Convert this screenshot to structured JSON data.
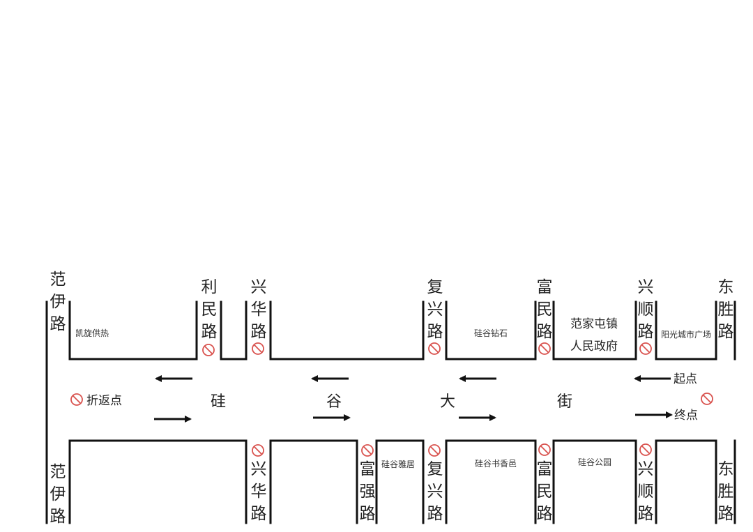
{
  "street_name_chars": [
    "硅",
    "谷",
    "大",
    "街"
  ],
  "top_roads": [
    "范伊路",
    "利民路",
    "兴华路",
    "复兴路",
    "富民路",
    "兴顺路",
    "东胜路"
  ],
  "bottom_roads": [
    "范伊路",
    "兴华路",
    "富强路",
    "复兴路",
    "富民路",
    "兴顺路",
    "东胜路"
  ],
  "pois_top": [
    "凯旋供热",
    "硅谷钻石",
    "阳光城市广场"
  ],
  "gov_lines": [
    "范家屯镇",
    "人民政府"
  ],
  "pois_bottom": [
    "硅谷雅居",
    "硅谷书香邑",
    "硅谷公园"
  ],
  "legend": {
    "turnaround": "折返点",
    "start": "起点",
    "end": "终点"
  },
  "colors": {
    "road": "#111111",
    "no_entry": "#d9534f"
  },
  "icons": {
    "turnaround_icon": "no-entry-icon",
    "blocked_icon": "no-entry-icon"
  }
}
